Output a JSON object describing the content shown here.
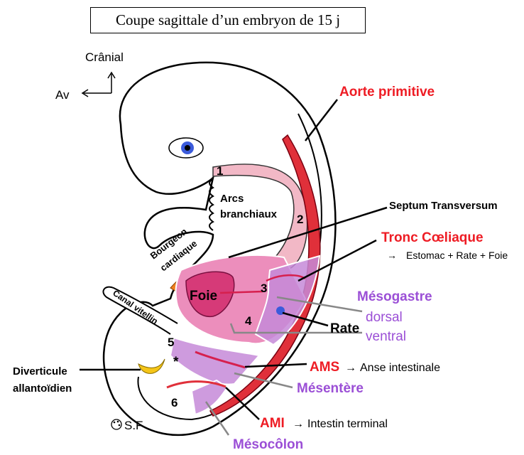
{
  "title": "Coupe sagittale d’un embryon de 15 j",
  "orientation": {
    "cranial": "Crânial",
    "anterior": "Av"
  },
  "labels": {
    "aorte": "Aorte primitive",
    "septum": "Septum Transversum",
    "tronc": "Tronc Cœliaque",
    "tronc_note": "Estomac + Rate + Foie",
    "mesogastre": "Mésogastre",
    "dorsal": "dorsal",
    "ventral": "ventral",
    "rate": "Rate",
    "ams": "AMS",
    "ams_note": "Anse intestinale",
    "mesentere": "Mésentère",
    "ami": "AMI",
    "ami_note": "Intestin terminal",
    "mesocolon": "Mésocôlon",
    "diverticule_1": "Diverticule",
    "diverticule_2": "allantoïdien",
    "foie": "Foie",
    "arcs_1": "Arcs",
    "arcs_2": "branchiaux",
    "bourgeon_1": "Bourgeon",
    "bourgeon_2": "cardiaque",
    "canal": "Canal vitellin",
    "arrow": "→"
  },
  "numbers": [
    "1",
    "2",
    "3",
    "4",
    "5",
    "6",
    "*"
  ],
  "signature": "S.F",
  "colors": {
    "red": "#ee1c24",
    "purple": "#9b4fd6",
    "pink": "#f2b8c6",
    "magenta": "#e0609a",
    "orange": "#f07f20",
    "yellow": "#f5c518"
  }
}
